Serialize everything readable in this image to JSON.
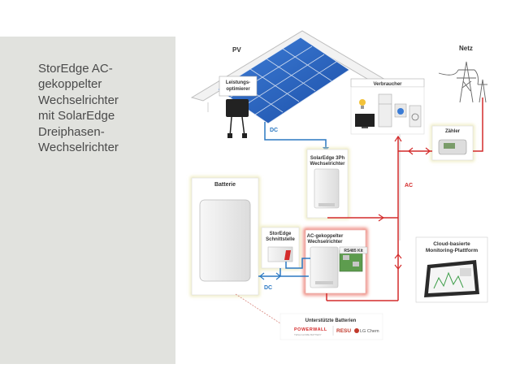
{
  "sidebar": {
    "title_lines": [
      "StorEdge AC-",
      "gekoppelter",
      "Wechselrichter",
      "mit SolarEdge",
      "Dreiphasen-",
      "Wechselrichter"
    ]
  },
  "diagram": {
    "pv": "PV",
    "netz": "Netz",
    "optimizer": [
      "Leistungs-",
      "optimierer"
    ],
    "verbraucher": "Verbraucher",
    "zaehler": "Zähler",
    "inverter3ph": [
      "SolarEdge 3Ph",
      "Wechselrichter"
    ],
    "batterie": "Batterie",
    "schnittstelle": [
      "StorEdge",
      "Schnittstelle"
    ],
    "ac_inverter": [
      "AC-gekoppelter",
      "Wechselrichter"
    ],
    "rs485": "RS485 Kit",
    "cloud": [
      "Cloud-basierte",
      "Monitoring-Plattform"
    ],
    "dc1": "DC",
    "dc2": "DC",
    "ac": "AC",
    "supported": "Unterstützte Batterien",
    "brand_powerwall": "POWERWALL",
    "brand_powerwall_sub": "TESLA HOME BATTERY",
    "brand_resu": "RESU",
    "brand_lg": "LG Chem"
  },
  "colors": {
    "ac_line": "#d42b2b",
    "dc_line": "#2b78c2",
    "highlight_yellow": "#e8e4a6",
    "highlight_red": "#e85a4a",
    "panel_grey": "#e1e2de"
  }
}
